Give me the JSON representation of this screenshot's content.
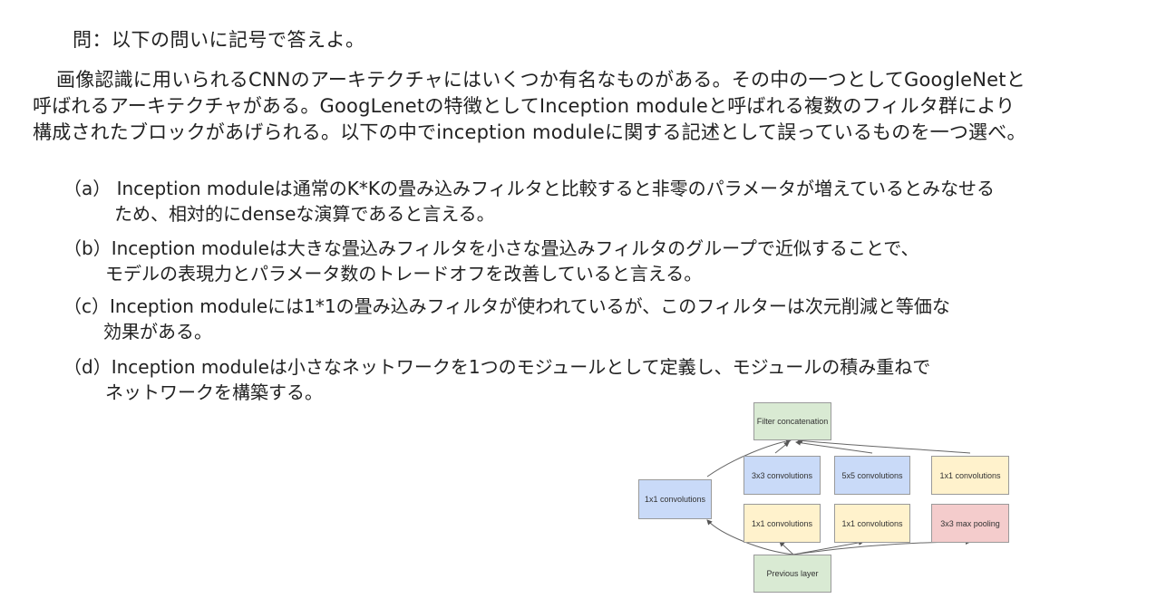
{
  "question": {
    "title": "問：以下の問いに記号で答えよ。",
    "intro_lines": [
      "画像認識に用いられるCNNのアーキテクチャにはいくつか有名なものがある。その中の一つとしてGoogleNetと",
      "呼ばれるアーキテクチャがある。GoogLenetの特徴としてInception moduleと呼ばれる複数のフィルタ群により",
      "構成されたブロックがあげられる。以下の中でinception moduleに関する記述として誤っているものを一つ選べ。"
    ]
  },
  "options": [
    {
      "label": "（a） Inception moduleは通常のK*Kの畳み込みフィルタと比較すると非零のパラメータが増えているとみなせる",
      "cont": "ため、相対的にdenseな演算であると言える。"
    },
    {
      "label": "（b）Inception moduleは大きな畳込みフィルタを小さな畳込みフィルタのグループで近似することで、",
      "cont": "モデルの表現力とパラメータ数のトレードオフを改善していると言える。"
    },
    {
      "label": "（c）Inception moduleには1*1の畳み込みフィルタが使われているが、このフィルターは次元削減と等価な",
      "cont": "効果がある。"
    },
    {
      "label": "（d）Inception moduleは小さなネットワークを1つのモジュールとして定義し、モジュールの積み重ねで",
      "cont": "ネットワークを構築する。"
    }
  ],
  "diagram": {
    "filter_concat": "Filter concatenation",
    "conv1x1_left": "1x1 convolutions",
    "conv3x3": "3x3 convolutions",
    "conv5x5": "5x5 convolutions",
    "conv1x1_right": "1x1 convolutions",
    "conv1x1_mid1": "1x1 convolutions",
    "conv1x1_mid2": "1x1 convolutions",
    "maxpool": "3x3 max pooling",
    "previous_layer": "Previous layer",
    "colors": {
      "green": "#d9ead3",
      "blue": "#c9daf8",
      "yellow": "#fff2cc",
      "red": "#f4cccc"
    }
  }
}
